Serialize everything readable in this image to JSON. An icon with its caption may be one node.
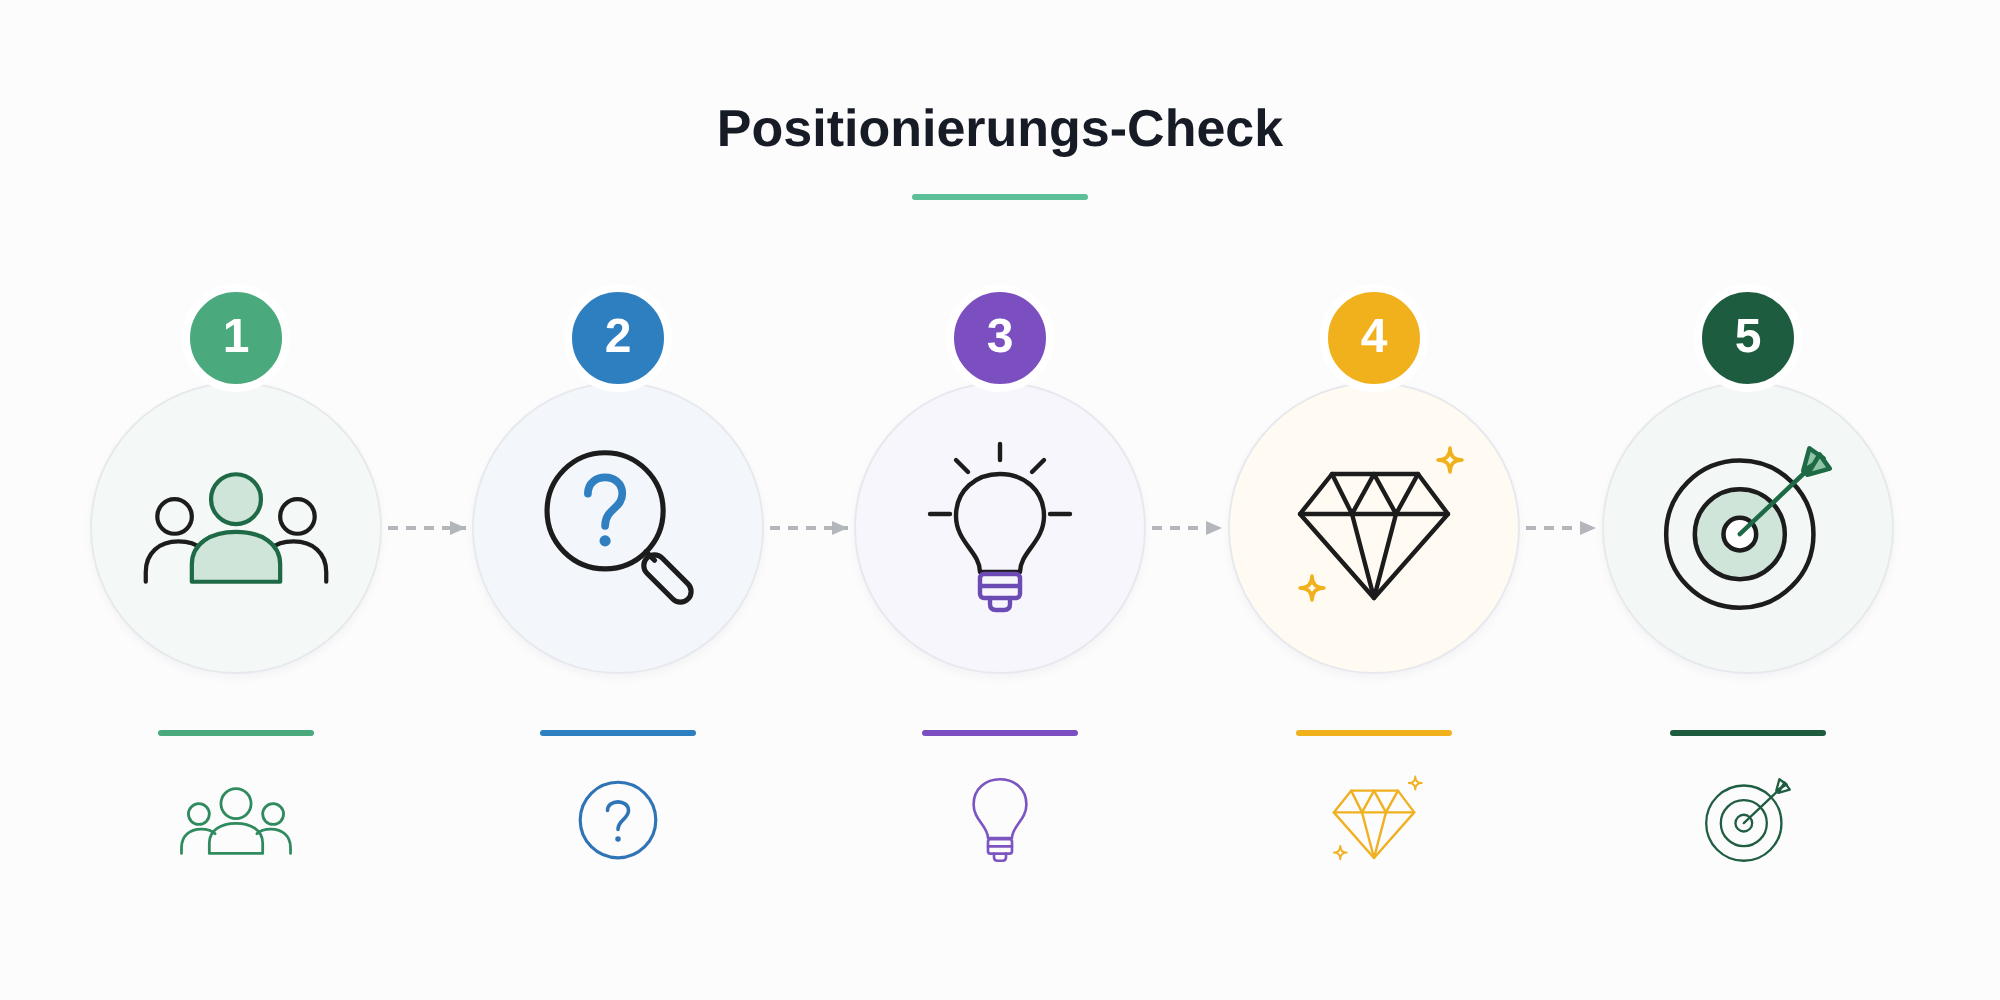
{
  "diagram": {
    "title": "Positionierungs-Check",
    "nodes": [
      {
        "text": [
          "1"
        ]
      },
      {
        "text": [
          "2"
        ]
      },
      {
        "text": [
          "3"
        ]
      },
      {
        "text": [
          "4"
        ]
      },
      {
        "text": [
          "5"
        ]
      }
    ],
    "edges": [
      {
        "from": 0,
        "to": 1,
        "arrow": "to",
        "style": "dashed"
      },
      {
        "from": 1,
        "to": 2,
        "arrow": "to",
        "style": "dashed"
      },
      {
        "from": 2,
        "to": 3,
        "arrow": "to",
        "style": "dashed"
      },
      {
        "from": 3,
        "to": 4,
        "arrow": "to",
        "style": "dashed"
      }
    ]
  }
}
